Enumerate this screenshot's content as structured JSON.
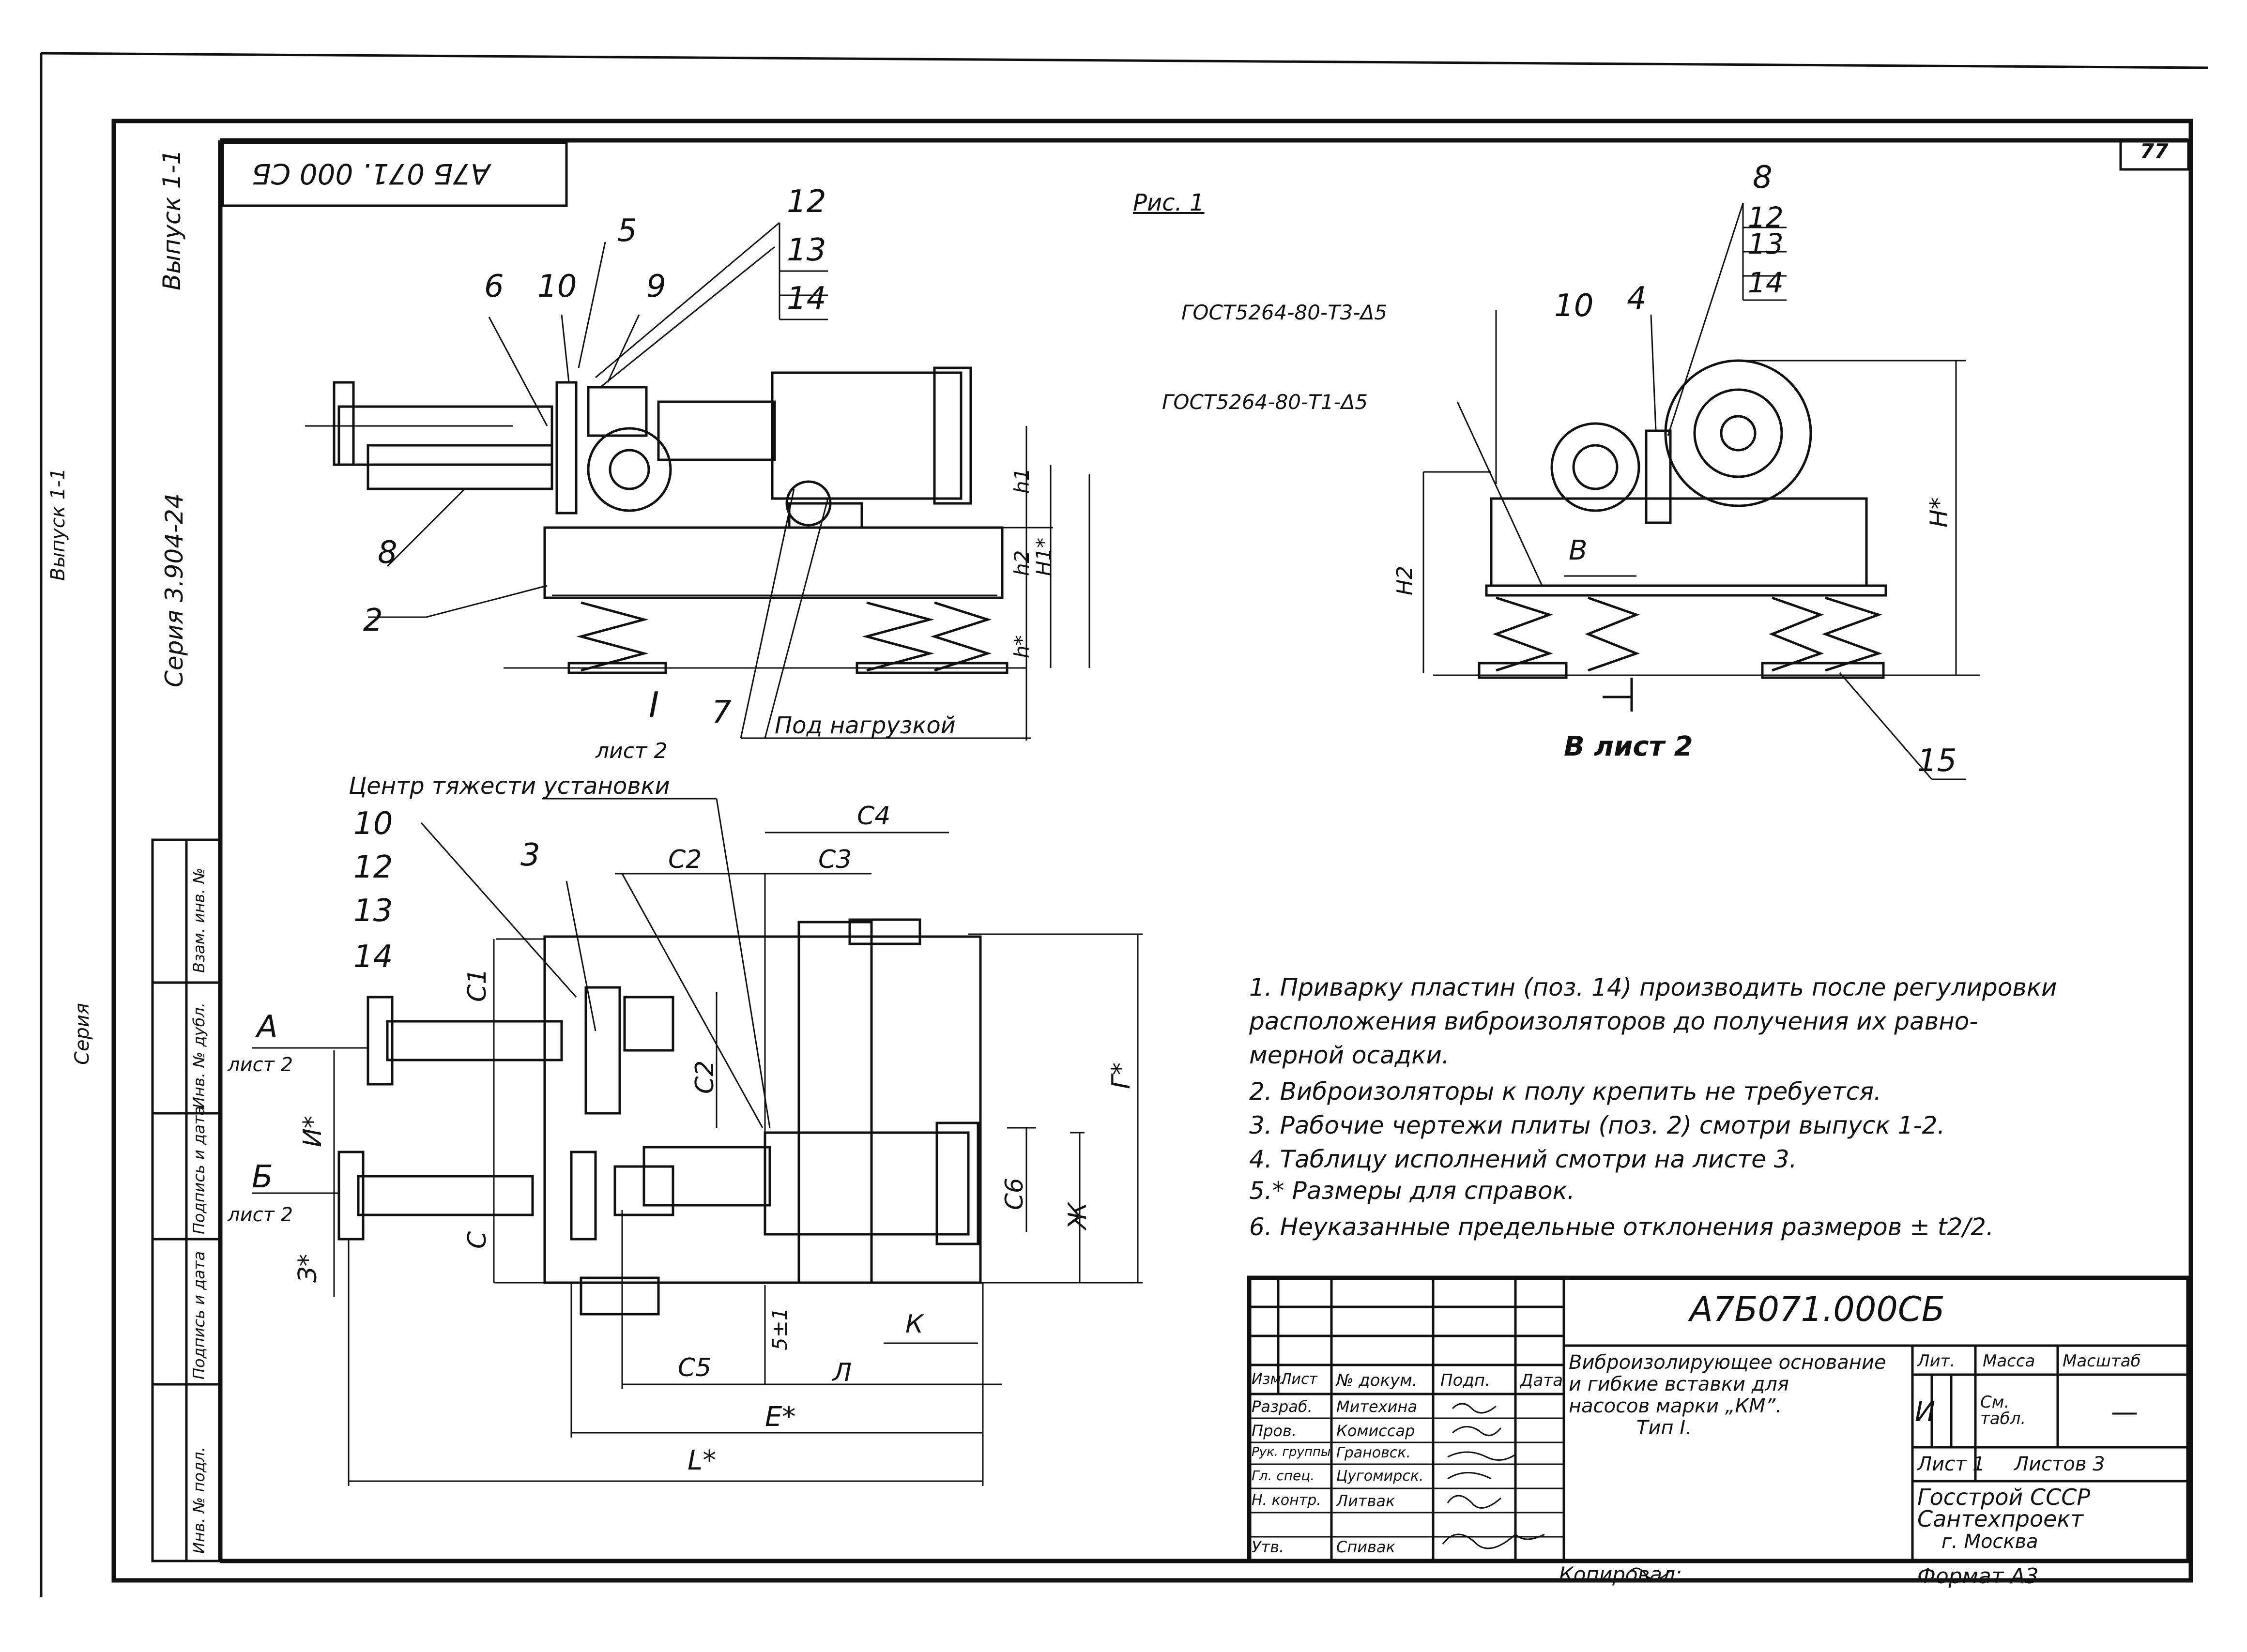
{
  "sheet_number": "77",
  "doc_code_rotated": "А7Б 071. 000 СБ",
  "figure_label": "Рис. 1",
  "side_labels": {
    "vypusk_outer": "Выпуск 1-1",
    "seriya_outer": "Серия",
    "vypusk_inner": "Выпуск 1-1",
    "seriya_inner": "Серия 3.904-24"
  },
  "left_strip": [
    "Взам. инв. №",
    "Инв. № дубл.",
    "Подпись и дата",
    "Инв. № подл.",
    "Подпись и дата"
  ],
  "view1": {
    "callouts": [
      "6",
      "10",
      "5",
      "9",
      "12",
      "13",
      "14",
      "8",
      "2",
      "7",
      "I"
    ],
    "dims": [
      "h1",
      "h2",
      "H1*",
      "h*"
    ],
    "sheet_ref": "лист 2",
    "load_note": "Под нагрузкой"
  },
  "view2": {
    "gost1": "ГОСТ5264-80-Т3-Δ5",
    "gost2": "ГОСТ5264-80-Т1-Δ5",
    "callouts": [
      "10",
      "4",
      "8",
      "12",
      "13",
      "14",
      "15"
    ],
    "dims": [
      "H2",
      "H*"
    ],
    "section_mark": "В",
    "section_ref": "В лист 2"
  },
  "plan_view": {
    "cg_label": "Центр тяжести установки",
    "callouts": [
      "10",
      "12",
      "13",
      "14",
      "3"
    ],
    "arrows": [
      {
        "letter": "А",
        "ref": "лист 2"
      },
      {
        "letter": "Б",
        "ref": "лист 2"
      }
    ],
    "dims": [
      "C4",
      "C2",
      "C3",
      "C1",
      "C2",
      "Г*",
      "И*",
      "C6",
      "Ж",
      "C",
      "З*",
      "5±1",
      "К",
      "C5",
      "Л",
      "E*",
      "L*"
    ]
  },
  "notes": [
    "1. Приварку пластин (поз. 14) производить после регулировки",
    "расположения виброизоляторов до получения их равно-",
    "мерной осадки.",
    "2. Виброизоляторы к полу крепить не требуется.",
    "3. Рабочие чертежи плиты (поз. 2) смотри выпуск 1-2.",
    "4. Таблицу исполнений смотри на листе 3.",
    "5.* Размеры для справок.",
    "6. Неуказанные предельные отклонения размеров ± t2/2."
  ],
  "title_block": {
    "designation": "А7Б071.000СБ",
    "title": [
      "Виброизолирующее основание",
      "и гибкие вставки для",
      "насосов марки „КМ”.",
      "Тип I."
    ],
    "headers": {
      "izm": "Изм.",
      "list": "Лист",
      "ndoc": "№ докум.",
      "podp": "Подп.",
      "data": "Дата",
      "lit": "Лит.",
      "massa": "Масса",
      "masshtab": "Масштаб"
    },
    "people": [
      {
        "role": "Разраб.",
        "name": "Митехина"
      },
      {
        "role": "Пров.",
        "name": "Комиссар"
      },
      {
        "role": "Рук. группы",
        "name": "Грановск."
      },
      {
        "role": "Гл. спец.",
        "name": "Цугомирск."
      },
      {
        "role": "Н. контр.",
        "name": "Литвак"
      },
      {
        "role": "Утв.",
        "name": "Спивак"
      }
    ],
    "lit_value": "И",
    "massa_value": "См. табл.",
    "masshtab_value": "—",
    "sheet": "Лист 1",
    "sheets": "Листов 3",
    "org": [
      "Госстрой СССР",
      "Сантехпроект",
      "г. Москва"
    ]
  },
  "footer": {
    "copied": "Копировал:",
    "format": "Формат А3"
  }
}
